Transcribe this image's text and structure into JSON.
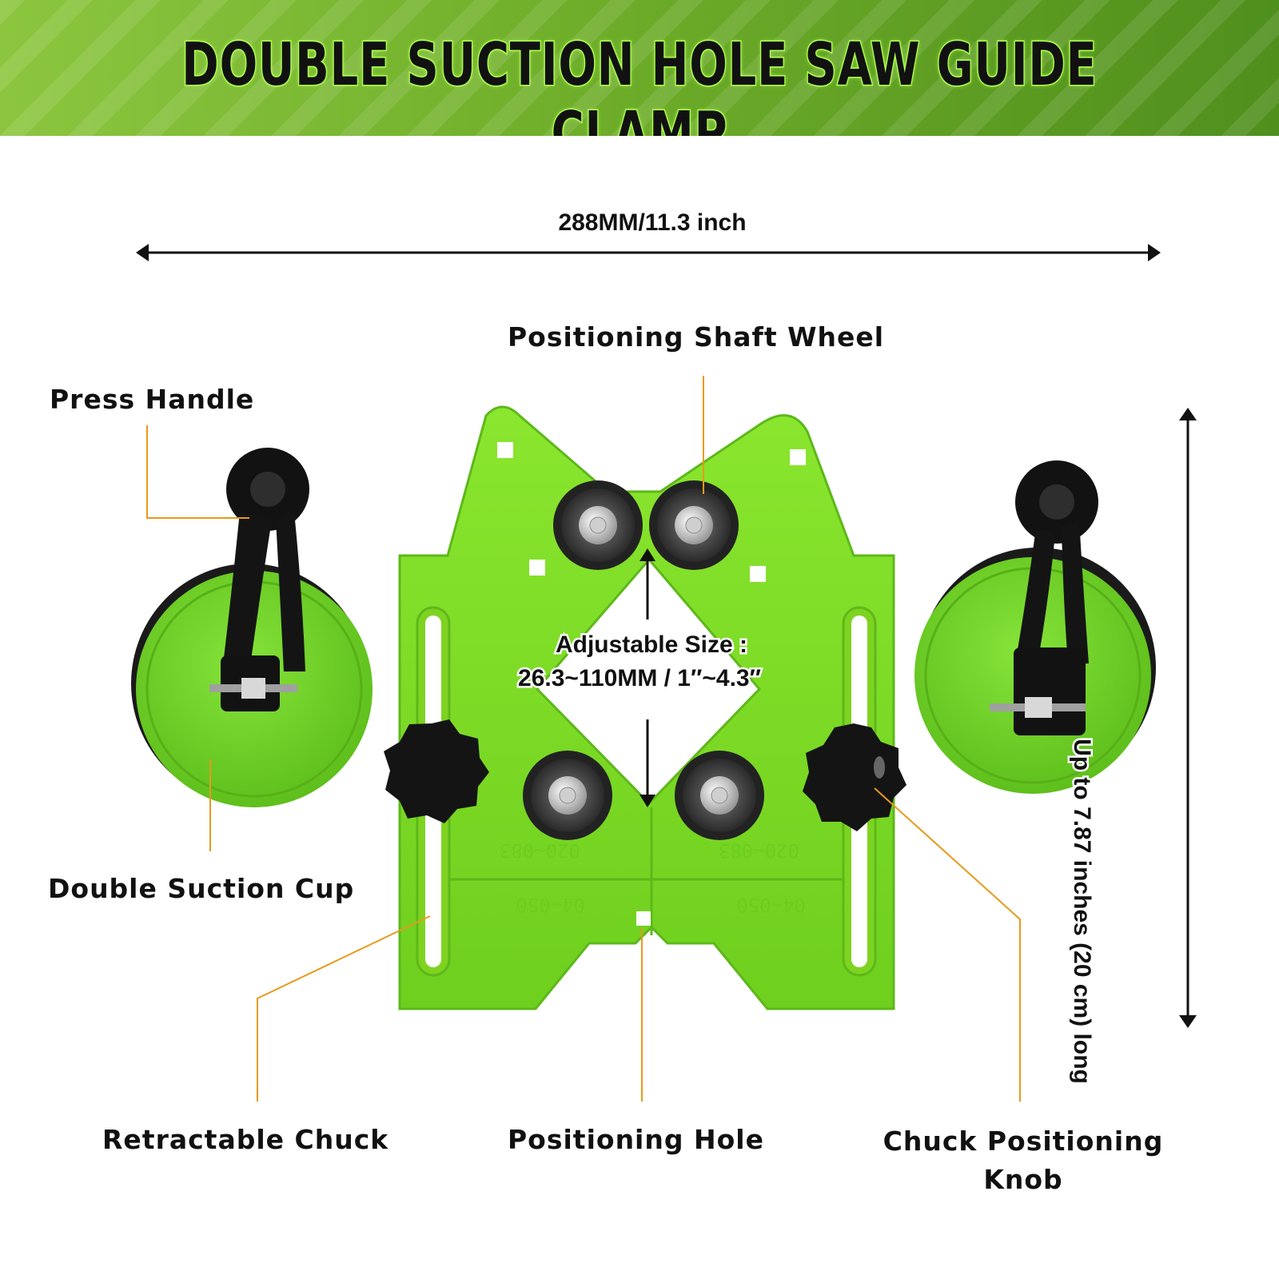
{
  "title": "DOUBLE SUCTION HOLE SAW GUIDE CLAMP",
  "dimensions": {
    "width": "288MM/11.3 inch",
    "height": "Up to 7.87 inches (20 cm) long",
    "adjustable_line1": "Adjustable Size :",
    "adjustable_line2": "26.3~110MM / 1″~4.3″"
  },
  "labels": {
    "shaft_wheel": "Positioning Shaft Wheel",
    "press_handle": "Press Handle",
    "suction_cup": "Double Suction Cup",
    "retractable_chuck": "Retractable Chuck",
    "positioning_hole": "Positioning Hole",
    "chuck_knob": "Chuck Positioning Knob"
  },
  "scale_markings": [
    "020~083",
    "020~083",
    "04~050",
    "04~050"
  ],
  "colors": {
    "banner": "#6fae2a",
    "body_green": "#7ed321",
    "leader_line": "#e89a1c",
    "handle": "#111111"
  }
}
